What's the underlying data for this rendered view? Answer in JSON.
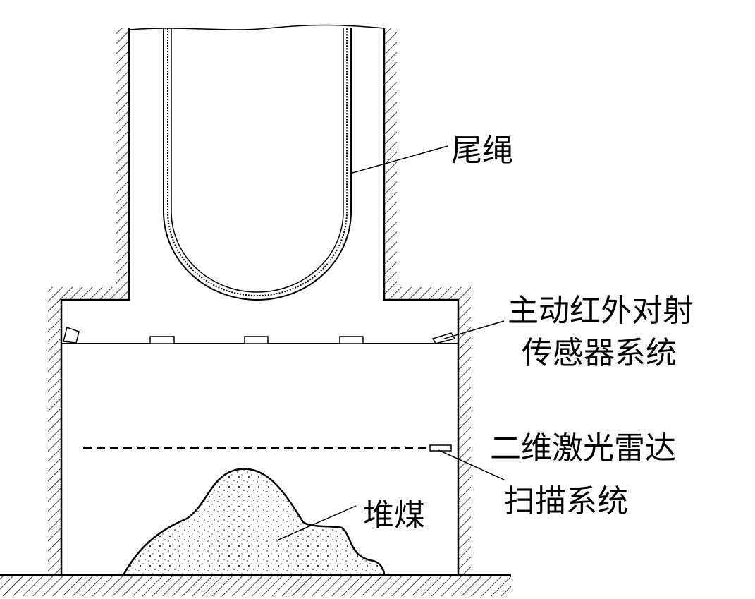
{
  "labels": {
    "tail_rope": "尾绳",
    "ir_sensor_line1": "主动红外对射",
    "ir_sensor_line2": "传感器系统",
    "lidar_line1": "二维激光雷达",
    "lidar_line2": "扫描系统",
    "coal_pile": "堆煤"
  },
  "colors": {
    "stroke": "#000000",
    "background": "#ffffff"
  }
}
